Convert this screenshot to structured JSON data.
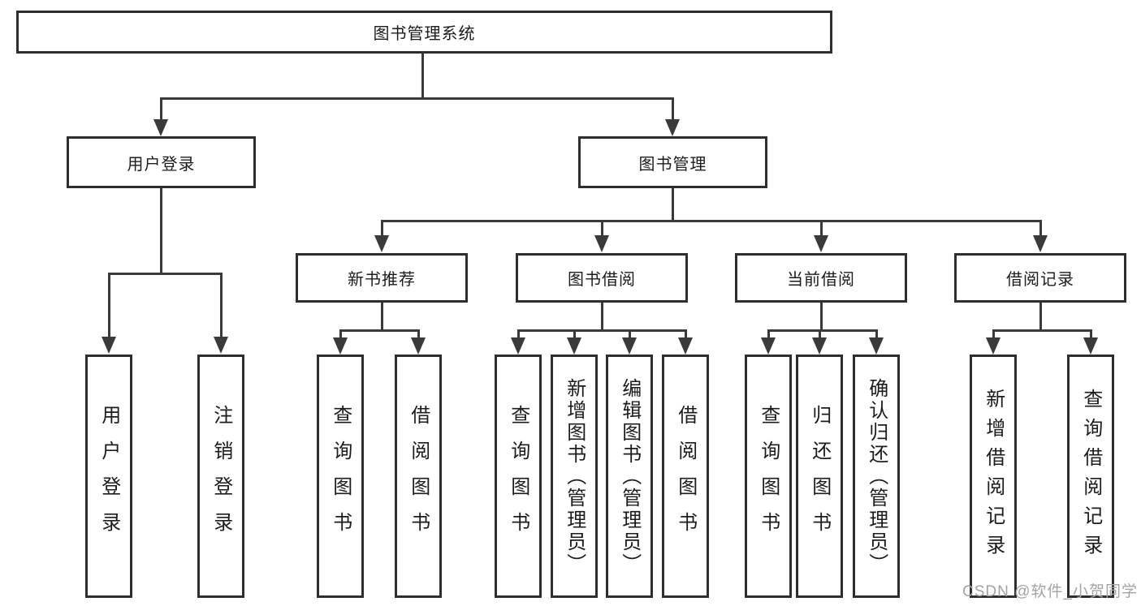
{
  "nodes": {
    "root": {
      "label": "图书管理系统"
    },
    "level2": [
      {
        "id": "user-login",
        "label": "用户登录"
      },
      {
        "id": "book-management",
        "label": "图书管理"
      }
    ],
    "level3": [
      {
        "id": "new-book-recommendation",
        "label": "新书推荐"
      },
      {
        "id": "book-borrowing",
        "label": "图书借阅"
      },
      {
        "id": "current-borrowing",
        "label": "当前借阅"
      },
      {
        "id": "borrowing-records",
        "label": "借阅记录"
      }
    ],
    "leaves": [
      {
        "parent": "用户登录",
        "label": "用户登录"
      },
      {
        "parent": "用户登录",
        "label": "注销登录"
      },
      {
        "parent": "新书推荐",
        "label": "查询图书"
      },
      {
        "parent": "新书推荐",
        "label": "借阅图书"
      },
      {
        "parent": "图书借阅",
        "label": "查询图书"
      },
      {
        "parent": "图书借阅",
        "label": "新增图书（管理员）"
      },
      {
        "parent": "图书借阅",
        "label": "编辑图书（管理员）"
      },
      {
        "parent": "图书借阅",
        "label": "借阅图书"
      },
      {
        "parent": "当前借阅",
        "label": "查询图书"
      },
      {
        "parent": "当前借阅",
        "label": "归还图书"
      },
      {
        "parent": "当前借阅",
        "label": "确认归还（管理员）"
      },
      {
        "parent": "借阅记录",
        "label": "新增借阅记录"
      },
      {
        "parent": "借阅记录",
        "label": "查询借阅记录"
      }
    ]
  },
  "watermark": {
    "text": "CSDN @软件_小贺同学"
  },
  "colors": {
    "background": "#ffffff",
    "box_border": "#2e2e2e",
    "connector_line": "#3a3a3a",
    "text": "#1c1c1c",
    "watermark_text": "#a3a3a3"
  }
}
